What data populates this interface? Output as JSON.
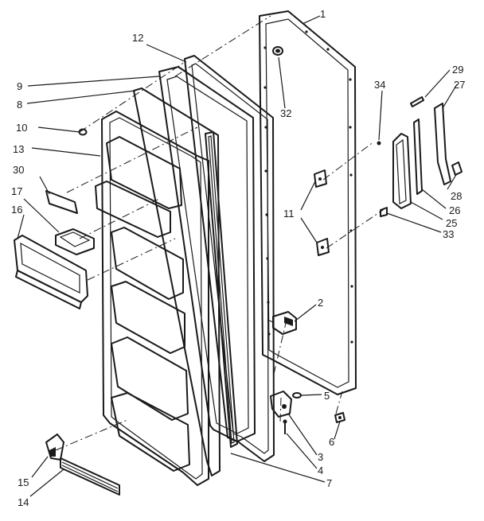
{
  "diagram": {
    "colors": {
      "ink": "#1a1a1a",
      "background": "#ffffff"
    },
    "callouts": {
      "c1": "1",
      "c2": "2",
      "c3": "3",
      "c4": "4",
      "c5": "5",
      "c6": "6",
      "c7": "7",
      "c8": "8",
      "c9": "9",
      "c10": "10",
      "c11": "11",
      "c12": "12",
      "c13": "13",
      "c14": "14",
      "c15": "15",
      "c16": "16",
      "c17": "17",
      "c25": "25",
      "c26": "26",
      "c27": "27",
      "c28": "28",
      "c29": "29",
      "c30": "30",
      "c32": "32",
      "c33": "33",
      "c34": "34"
    }
  }
}
